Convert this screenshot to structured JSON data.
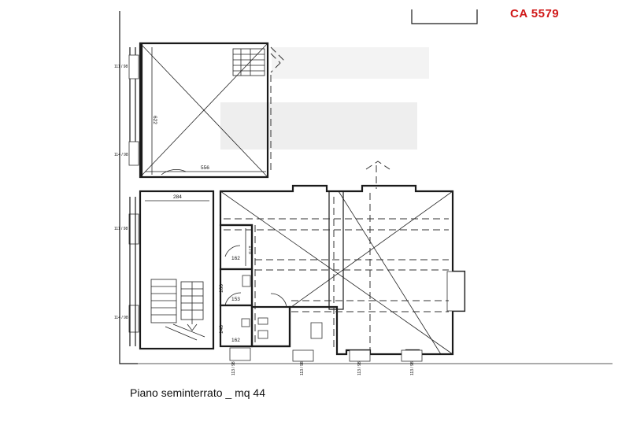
{
  "document": {
    "reference_code": "CA 5579",
    "caption": "Piano seminterrato _ mq 44"
  },
  "dimensions": {
    "upper_depth": "622",
    "upper_width": "556",
    "stair_width": "284",
    "bath_depth": "175",
    "bath_width_top": "162",
    "wc_depth": "166",
    "wc_width": "153",
    "service_depth": "148",
    "service_width": "162"
  },
  "window_heights": {
    "w1": "111 / 98",
    "w2": "114 / 98",
    "w3": "111 / 98",
    "w4": "114 / 98",
    "b1": "113 / 98",
    "b2": "113 / 98",
    "b3": "113 / 98",
    "b4": "113 / 98"
  },
  "icons": {
    "stair": "stair-flight-icon",
    "door": "door-swing-icon",
    "sink": "sink-icon",
    "toilet": "toilet-icon"
  }
}
